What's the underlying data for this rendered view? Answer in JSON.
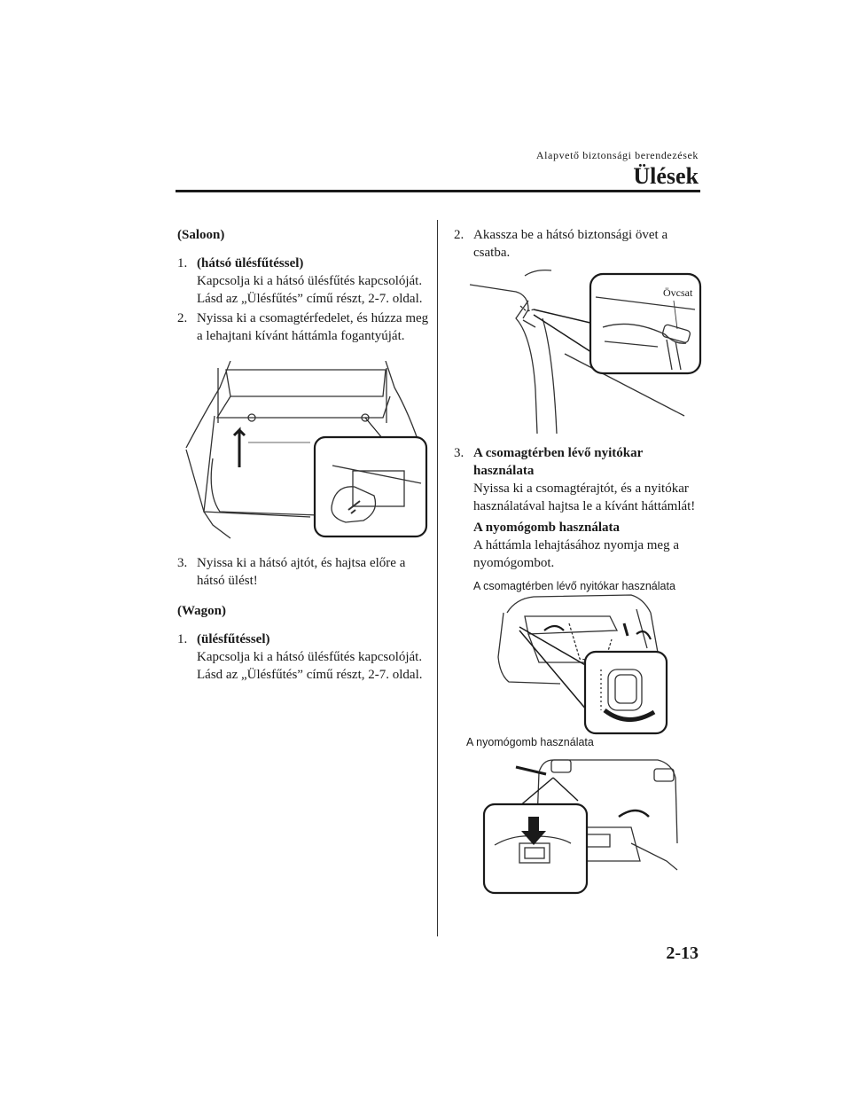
{
  "header": {
    "section": "Alapvető biztonsági berendezések",
    "title": "Ülések"
  },
  "left": {
    "saloon_heading": "(Saloon)",
    "s1_num": "1.",
    "s1_label": "(hátsó ülésfűtéssel)",
    "s1_text": "Kapcsolja ki a hátsó ülésfűtés kapcsolóját.",
    "s1_ref": "Lásd az „Ülésfűtés” című részt, 2-7. oldal.",
    "s2_num": "2.",
    "s2_text": "Nyissa ki a csomagtérfedelet, és húzza meg a lehajtani kívánt háttámla fogantyúját.",
    "s3_num": "3.",
    "s3_text": "Nyissa ki a hátsó ajtót, és hajtsa előre a hátsó ülést!",
    "wagon_heading": "(Wagon)",
    "w1_num": "1.",
    "w1_label": "(ülésfűtéssel)",
    "w1_text": "Kapcsolja ki a hátsó ülésfűtés kapcsolóját.",
    "w1_ref": "Lásd az „Ülésfűtés” című részt, 2-7. oldal."
  },
  "right": {
    "w2_num": "2.",
    "w2_text": "Akassza be a hátsó biztonsági övet a csatba.",
    "belt_label": "Övcsat",
    "w3_num": "3.",
    "w3_label": "A csomagtérben lévő nyitókar használata",
    "w3_text": "Nyissa ki a csomagtérajtót, és a nyitókar használatával hajtsa le a kívánt háttámlát!",
    "w3_sub": "A nyomógomb használata",
    "w3_sub_text": "A háttámla lehajtásához nyomja meg a nyomógombot.",
    "cap_lever": "A csomagtérben lévő nyitókar használata",
    "cap_button": "A nyomógomb használata"
  },
  "footer": {
    "page": "2-13"
  }
}
